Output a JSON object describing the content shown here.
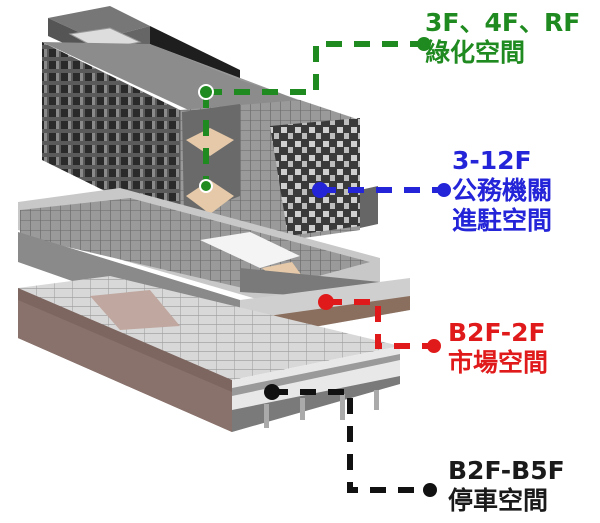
{
  "labels": {
    "greenery": {
      "line1": "3F、4F、RF",
      "line2": "綠化空間",
      "color": "#1f8a1f"
    },
    "government": {
      "line1": "3-12F",
      "line2": "公務機關",
      "line3": "進駐空間",
      "color": "#2424d8"
    },
    "market": {
      "line1": "B2F-2F",
      "line2": "市場空間",
      "color": "#e01a1a"
    },
    "parking": {
      "line1": "B2F-B5F",
      "line2": "停車空間",
      "color": "#1a1a1a"
    }
  }
}
